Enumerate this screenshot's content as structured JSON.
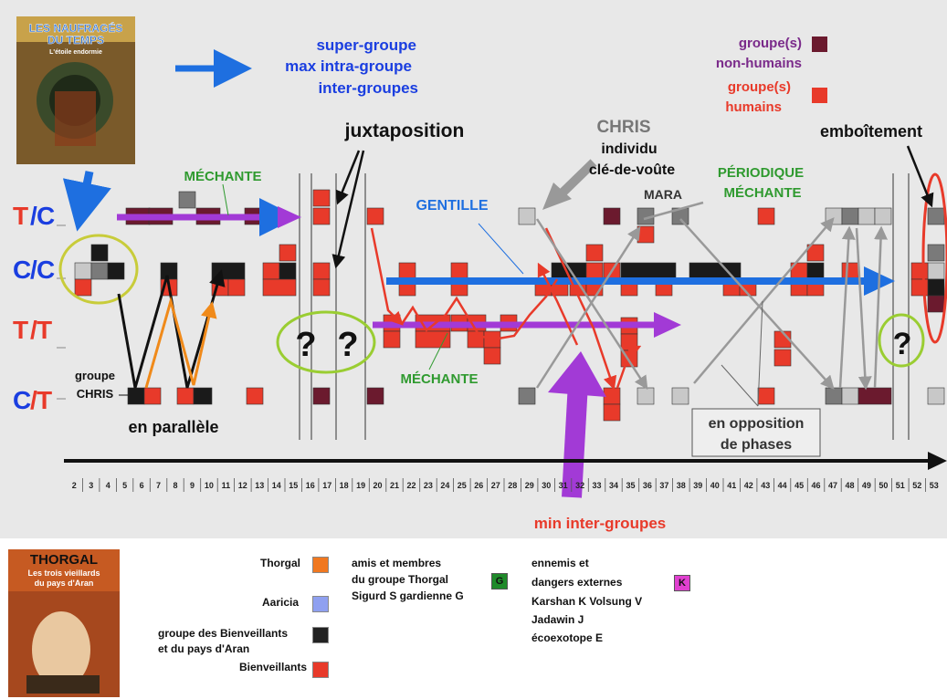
{
  "cover_top": {
    "line1": "LES NAUFRAGÉS",
    "line2": "DU TEMPS",
    "subtitle": "L'étoile endormie"
  },
  "cover_bottom": {
    "line1": "THORGAL",
    "line2": "Les trois vieillards",
    "line3": "du pays d'Aran"
  },
  "legend_arrow": {
    "line1": "super-groupe",
    "line2": "max  intra-groupe",
    "line3": "inter-groupes"
  },
  "key": {
    "nonhuman_line1": "groupe(s)",
    "nonhuman_line2": "non-humains",
    "human_line1": "groupe(s)",
    "human_line2": "humains"
  },
  "labels": {
    "juxtaposition": "juxtaposition",
    "emboitement": "emboîtement",
    "chris_title": "CHRIS",
    "chris_line2": "individu",
    "chris_line3": "clé-de-voûte",
    "mara": "MARA",
    "periodique1": "PÉRIODIQUE",
    "periodique2": "MÉCHANTE",
    "mechante_top": "MÉCHANTE",
    "mechante_bottom": "MÉCHANTE",
    "gentille": "GENTILLE",
    "groupe": "groupe",
    "chris_group": "CHRIS",
    "en_parallele": "en parallèle",
    "opposition1": "en opposition",
    "opposition2": "de phases",
    "min_inter": "min  inter-groupes",
    "q": "?"
  },
  "rows": [
    {
      "a": "T",
      "b": "C"
    },
    {
      "a": "C",
      "b": "C"
    },
    {
      "a": "T",
      "b": "T"
    },
    {
      "a": "C",
      "b": "T"
    }
  ],
  "timeline": [
    "2",
    "3",
    "4",
    "5",
    "6",
    "7",
    "8",
    "9",
    "10",
    "11",
    "12",
    "13",
    "14",
    "15",
    "16",
    "17",
    "18",
    "19",
    "20",
    "21",
    "22",
    "23",
    "24",
    "25",
    "26",
    "27",
    "28",
    "29",
    "30",
    "31",
    "32",
    "33",
    "34",
    "35",
    "36",
    "37",
    "38",
    "39",
    "40",
    "41",
    "42",
    "43",
    "44",
    "45",
    "46",
    "47",
    "48",
    "49",
    "50",
    "51",
    "52",
    "53"
  ],
  "colors": {
    "human": "#e83a2a",
    "nonhuman": "#6b1a2e",
    "dark": "#1a1a1a",
    "grey": "#7a7a7a",
    "light": "#c8c8c8",
    "blue": "#1e6fe0",
    "purple": "#a23ad6",
    "green": "#2f9a2f",
    "orange": "#f08a1a",
    "olive": "#c8cc3a",
    "violet": "#7a2aa8"
  },
  "legend": {
    "thorgal": "Thorgal",
    "aaricia": "Aaricia",
    "bienv_line1": "groupe des Bienveillants",
    "bienv_line2": "et du pays d'Aran",
    "bienv_line3": "Bienveillants",
    "amis_line1": "amis et membres",
    "amis_line2": "du groupe Thorgal",
    "amis_line3": "Sigurd S gardienne G",
    "g_badge": "G",
    "enn_line1": "ennemis et",
    "enn_line2": "dangers externes",
    "enn_line3": "Karshan K Volsung V",
    "enn_line4": "Jadawin J",
    "enn_line5": "écoexotope E",
    "k_badge": "K",
    "colors": {
      "thorgal": "#f07820",
      "aaricia": "#8fa0f0",
      "bienv_group": "#222222",
      "bienv": "#e83a2a",
      "g_badge": "#1f8a2a",
      "k_badge": "#e040d0"
    }
  }
}
